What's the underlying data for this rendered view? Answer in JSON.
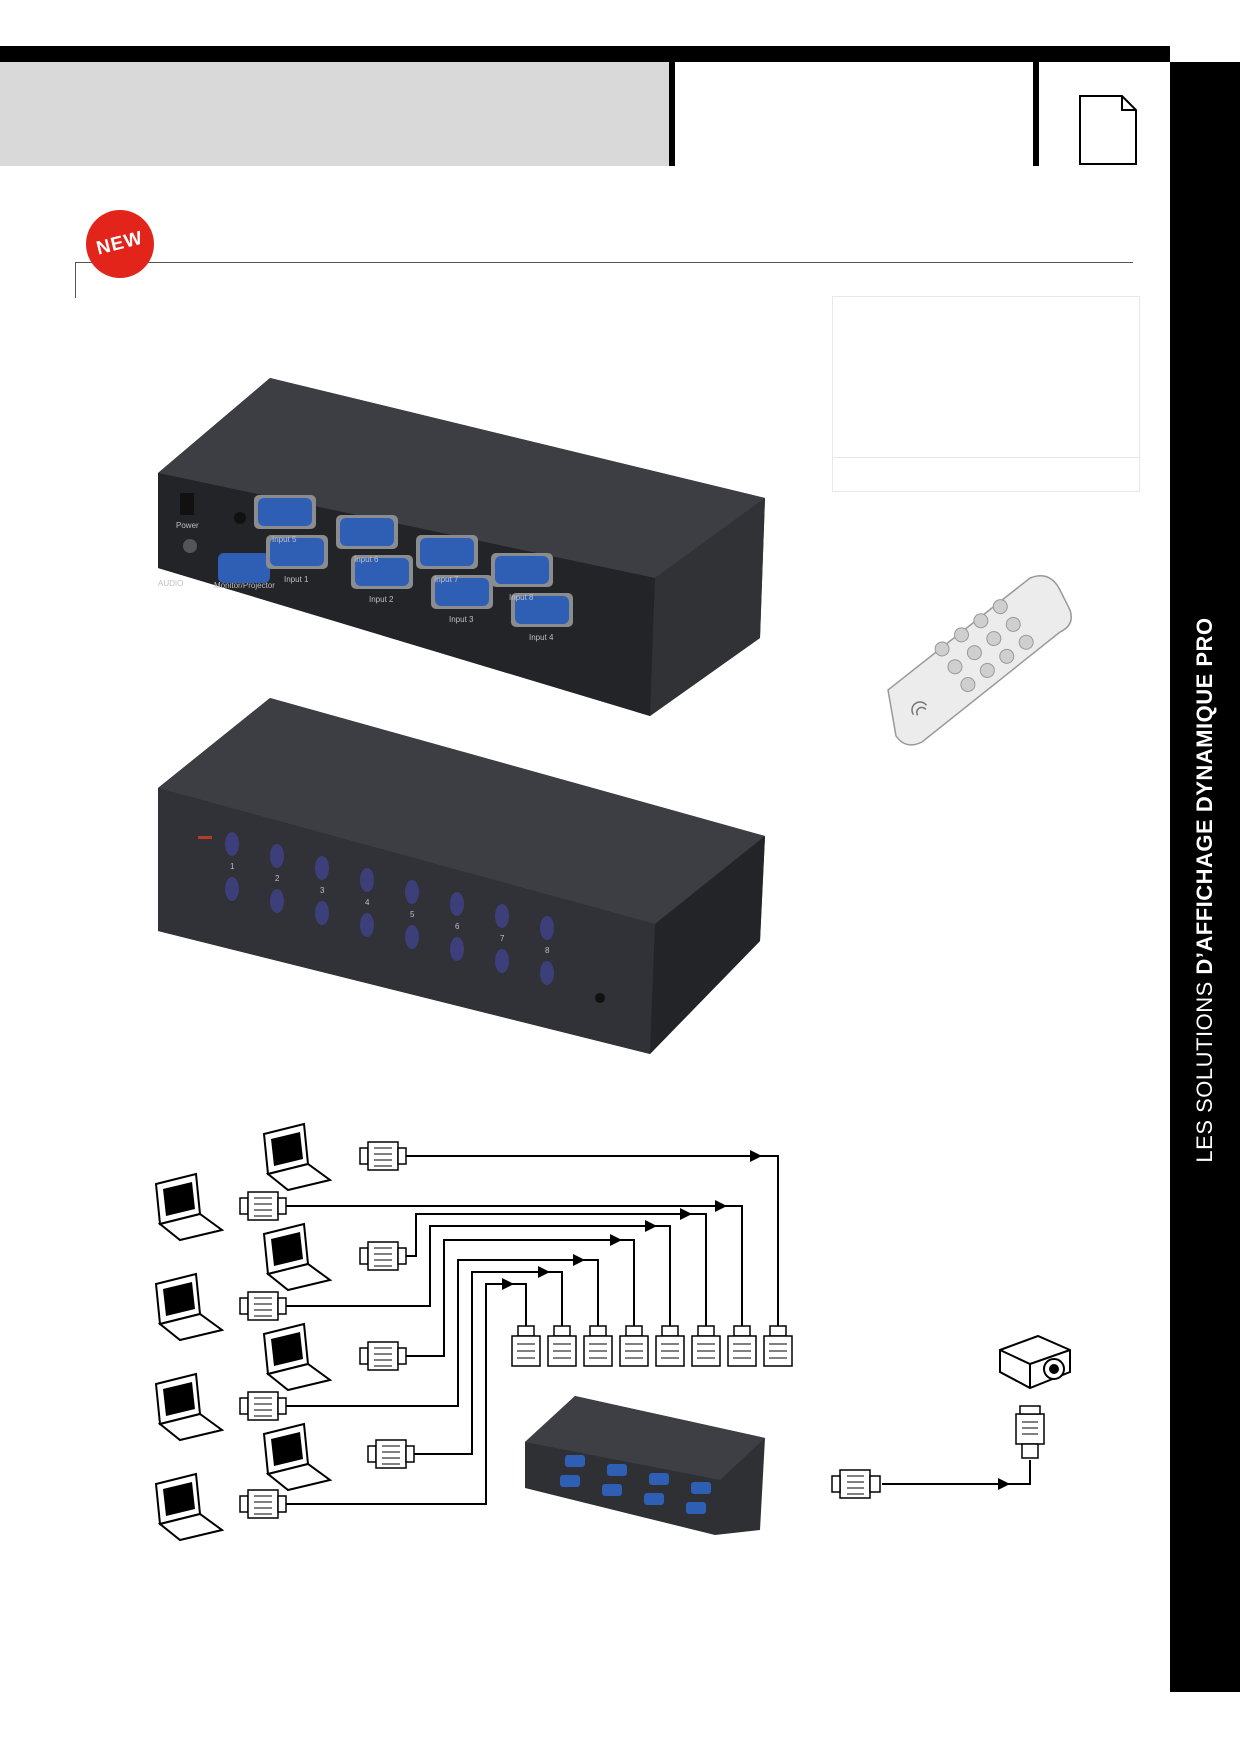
{
  "badge": {
    "label": "NEW",
    "color": "#e3241b"
  },
  "sidebar": {
    "prefix": "LES SOLUTIONS ",
    "emphasis": "D’AFFICHAGE DYNAMIQUE PRO"
  },
  "device_rear": {
    "labels": {
      "power": "Power",
      "audio": "AUDIO",
      "monitor": "Monitor/Projector"
    },
    "inputs": [
      "Input 1",
      "Input 2",
      "Input 3",
      "Input 4",
      "Input 5",
      "Input 6",
      "Input 7",
      "Input 8"
    ]
  },
  "device_front": {
    "channels": [
      "1",
      "2",
      "3",
      "4",
      "5",
      "6",
      "7",
      "8"
    ]
  },
  "colors": {
    "vga_port": "#2f5fb5",
    "device_body": "#35373b",
    "button": "#3d3f7a"
  }
}
